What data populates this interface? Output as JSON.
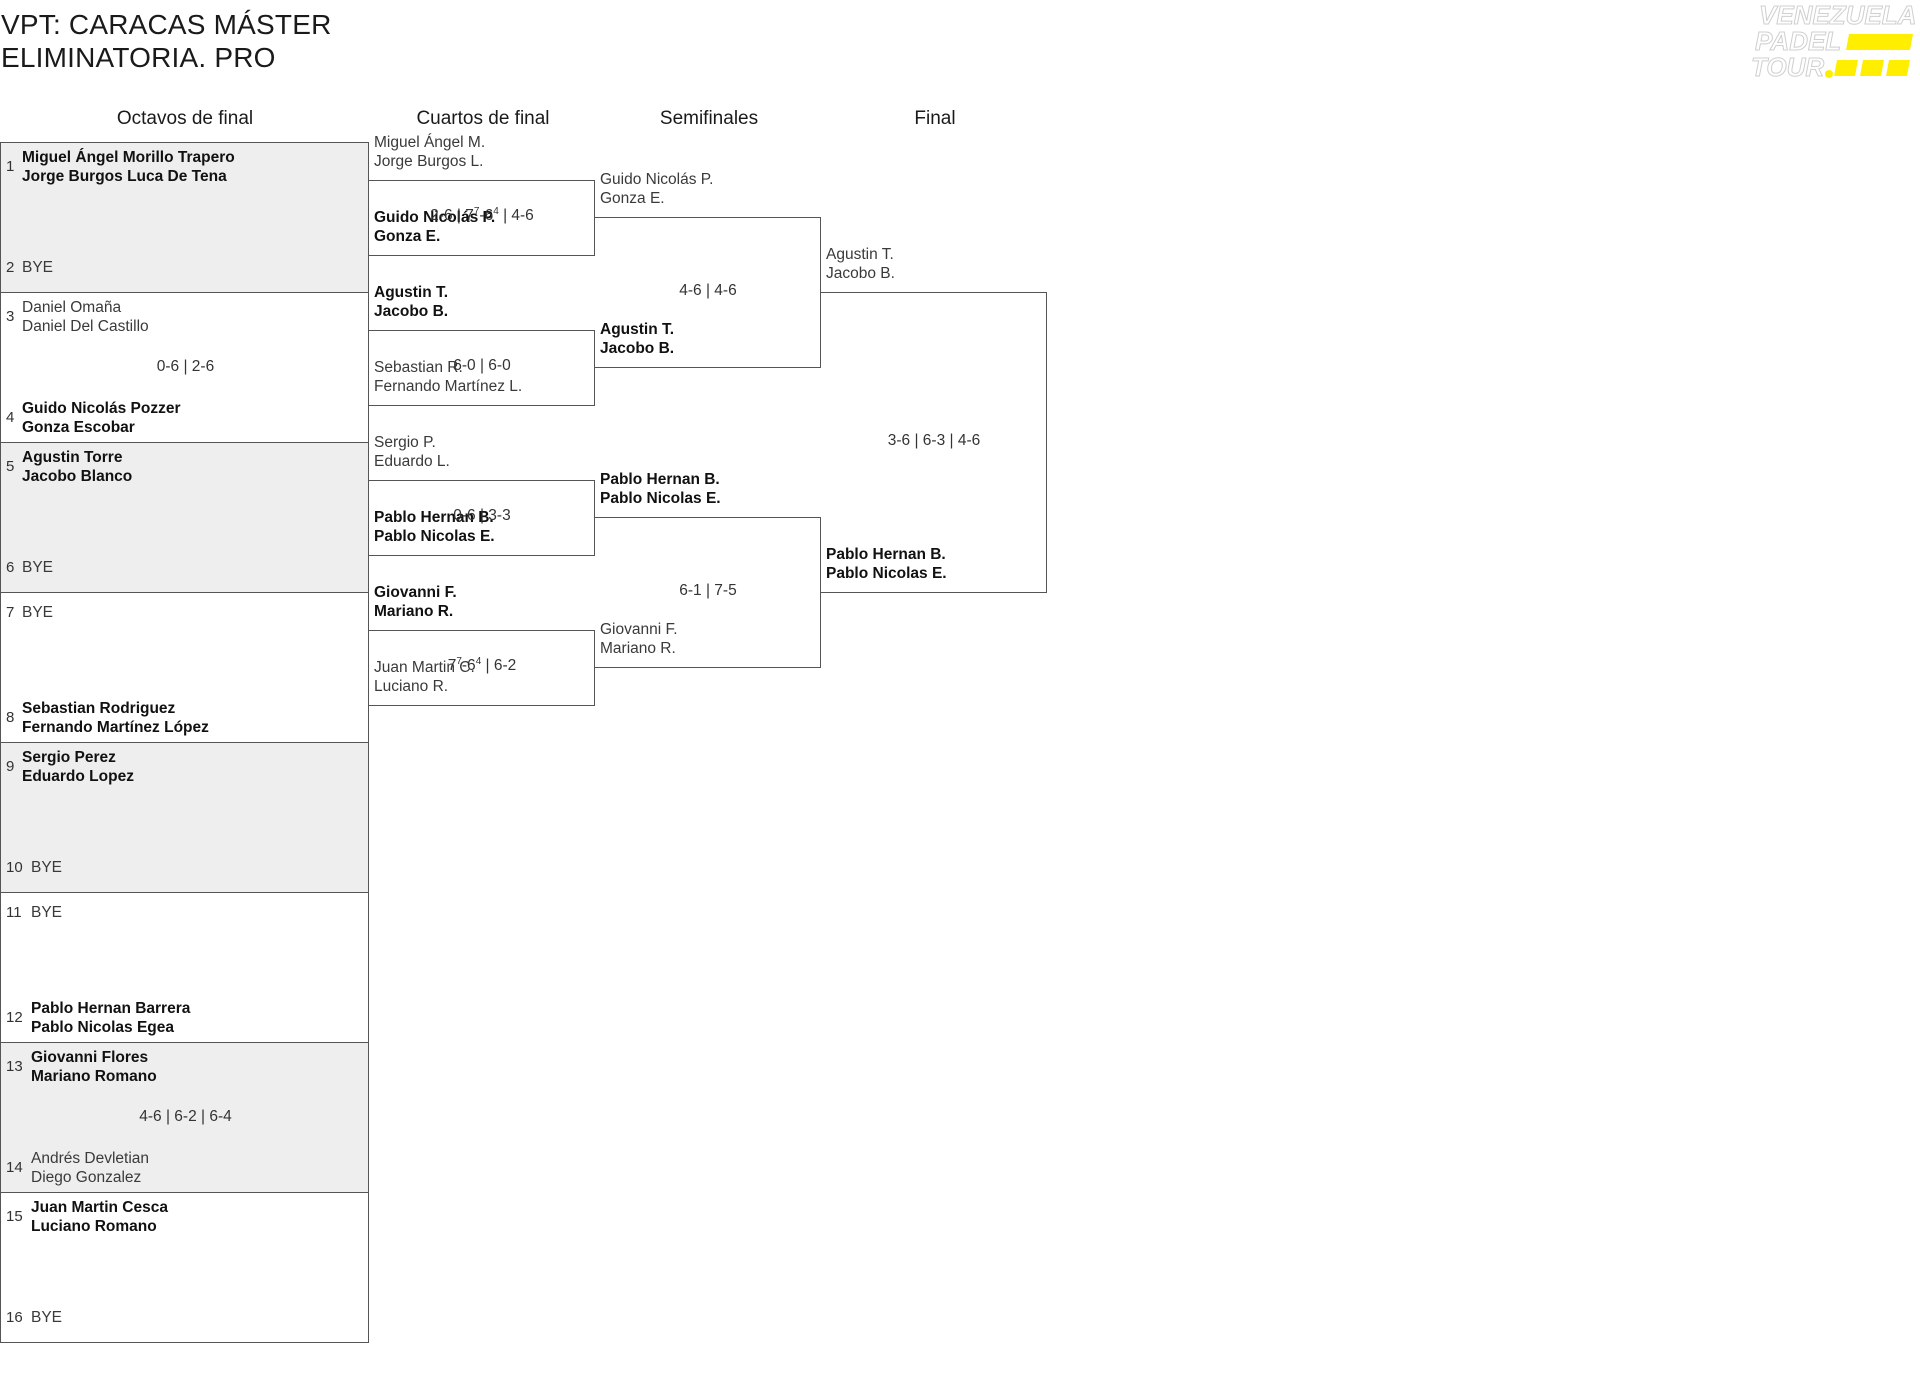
{
  "header": {
    "title_line1": "VPT: CARACAS MÁSTER",
    "title_line2": "ELIMINATORIA. PRO"
  },
  "logo": {
    "line1": "VENEZUELA",
    "line2": "PADEL",
    "line3": "TOUR",
    "accent": "#ffee00"
  },
  "rounds": {
    "r16": "Octavos de final",
    "qf": "Cuartos de final",
    "sf": "Semifinales",
    "final": "Final"
  },
  "r16": [
    {
      "n": "1",
      "a": "Miguel Ángel Morillo Trapero",
      "b": "Jorge Burgos Luca De Tena",
      "win": true
    },
    {
      "n": "2",
      "a": "BYE",
      "b": "",
      "win": false,
      "bye": true
    },
    {
      "n": "3",
      "a": "Daniel Omaña",
      "b": "Daniel Del Castillo",
      "win": false
    },
    {
      "n": "4",
      "a": "Guido Nicolás Pozzer",
      "b": "Gonza Escobar",
      "win": true
    },
    {
      "n": "5",
      "a": "Agustin Torre",
      "b": "Jacobo Blanco",
      "win": true
    },
    {
      "n": "6",
      "a": "BYE",
      "b": "",
      "win": false,
      "bye": true
    },
    {
      "n": "7",
      "a": "BYE",
      "b": "",
      "win": false,
      "bye": true
    },
    {
      "n": "8",
      "a": "Sebastian Rodriguez",
      "b": "Fernando Martínez López",
      "win": true
    },
    {
      "n": "9",
      "a": "Sergio Perez",
      "b": "Eduardo Lopez",
      "win": true
    },
    {
      "n": "10",
      "a": "BYE",
      "b": "",
      "win": false,
      "bye": true
    },
    {
      "n": "11",
      "a": "BYE",
      "b": "",
      "win": false,
      "bye": true
    },
    {
      "n": "12",
      "a": "Pablo Hernan Barrera",
      "b": "Pablo Nicolas Egea",
      "win": true
    },
    {
      "n": "13",
      "a": "Giovanni Flores",
      "b": "Mariano Romano",
      "win": true
    },
    {
      "n": "14",
      "a": "Andrés Devletian",
      "b": "Diego Gonzalez",
      "win": false
    },
    {
      "n": "15",
      "a": "Juan Martin Cesca",
      "b": "Luciano Romano",
      "win": true
    },
    {
      "n": "16",
      "a": "BYE",
      "b": "",
      "win": false,
      "bye": true
    }
  ],
  "r16_scores": [
    "",
    "0-6 | 2-6",
    "",
    "",
    "",
    "",
    "4-6 | 6-2 | 6-4",
    ""
  ],
  "qf_pairs": [
    {
      "a": "Miguel Ángel M.",
      "b": "Jorge Burgos L.",
      "win": false
    },
    {
      "a": "Guido Nicolás P.",
      "b": "Gonza E.",
      "win": true
    },
    {
      "a": "Agustin T.",
      "b": "Jacobo B.",
      "win": true
    },
    {
      "a": "Sebastian R.",
      "b": "Fernando Martínez L.",
      "win": false
    },
    {
      "a": "Sergio P.",
      "b": "Eduardo L.",
      "win": false
    },
    {
      "a": "Pablo Hernan B.",
      "b": "Pablo Nicolas E.",
      "win": true
    },
    {
      "a": "Giovanni F.",
      "b": "Mariano R.",
      "win": true
    },
    {
      "a": "Juan Martin C.",
      "b": "Luciano R.",
      "win": false
    }
  ],
  "qf_scores": [
    {
      "pre": "2-6 | 7",
      "s1": "7",
      "mid": "-6",
      "s2": "4",
      "post": " | 4-6"
    },
    {
      "pre": "6-0 | 6-0",
      "s1": "",
      "mid": "",
      "s2": "",
      "post": ""
    },
    {
      "pre": "0-6 | 3-3",
      "s1": "",
      "mid": "",
      "s2": "",
      "post": ""
    },
    {
      "pre": "7",
      "s1": "7",
      "mid": "-6",
      "s2": "4",
      "post": " | 6-2"
    }
  ],
  "sf_pairs": [
    {
      "a": "Guido Nicolás P.",
      "b": "Gonza E.",
      "win": false
    },
    {
      "a": "Agustin T.",
      "b": "Jacobo B.",
      "win": true
    },
    {
      "a": "Pablo Hernan B.",
      "b": "Pablo Nicolas E.",
      "win": true
    },
    {
      "a": "Giovanni F.",
      "b": "Mariano R.",
      "win": false
    }
  ],
  "sf_scores": [
    "4-6 | 4-6",
    "6-1 | 7-5"
  ],
  "final_pairs": [
    {
      "a": "Agustin T.",
      "b": "Jacobo B.",
      "win": false
    },
    {
      "a": "Pablo Hernan B.",
      "b": "Pablo Nicolas E.",
      "win": true
    }
  ],
  "final_score": "3-6 | 6-3 | 4-6"
}
